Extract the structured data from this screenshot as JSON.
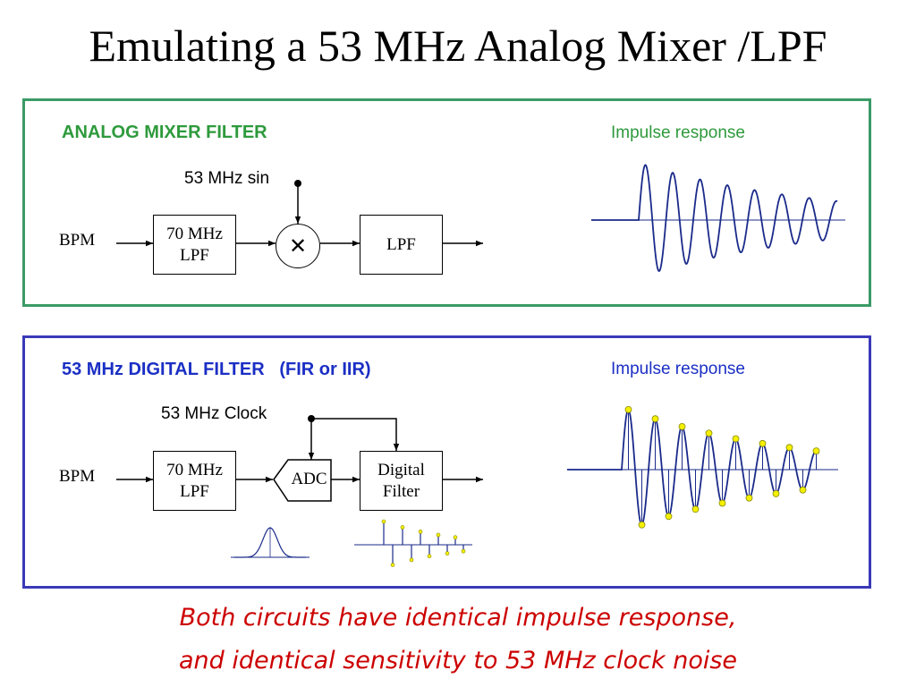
{
  "slide": {
    "title": "Emulating a 53 MHz Analog Mixer /LPF"
  },
  "colors": {
    "analog_border": "#3a9a66",
    "analog_title": "#2e9a3c",
    "digital_border": "#3a3ab8",
    "digital_title": "#1b2fc4",
    "waveform": "#1a2a8a",
    "sample_marker": "#f4f000",
    "footer_text": "#cc0000"
  },
  "analog": {
    "title": "ANALOG MIXER FILTER",
    "impulse_label": "Impulse response",
    "input_label": "BPM",
    "lo_label": "53 MHz sin",
    "lpf70_line1": "70 MHz",
    "lpf70_line2": "LPF",
    "mixer_symbol": "✕",
    "lpf_label": "LPF"
  },
  "digital": {
    "title": "53 MHz DIGITAL FILTER   (FIR or IIR)",
    "impulse_label": "Impulse response",
    "input_label": "BPM",
    "clock_label": "53 MHz Clock",
    "lpf70_line1": "70 MHz",
    "lpf70_line2": "LPF",
    "adc_label": "ADC",
    "filter_line1": "Digital",
    "filter_line2": "Filter"
  },
  "footer": {
    "line1": "Both circuits have identical impulse response,",
    "line2": "and identical sensitivity to 53 MHz clock noise"
  }
}
